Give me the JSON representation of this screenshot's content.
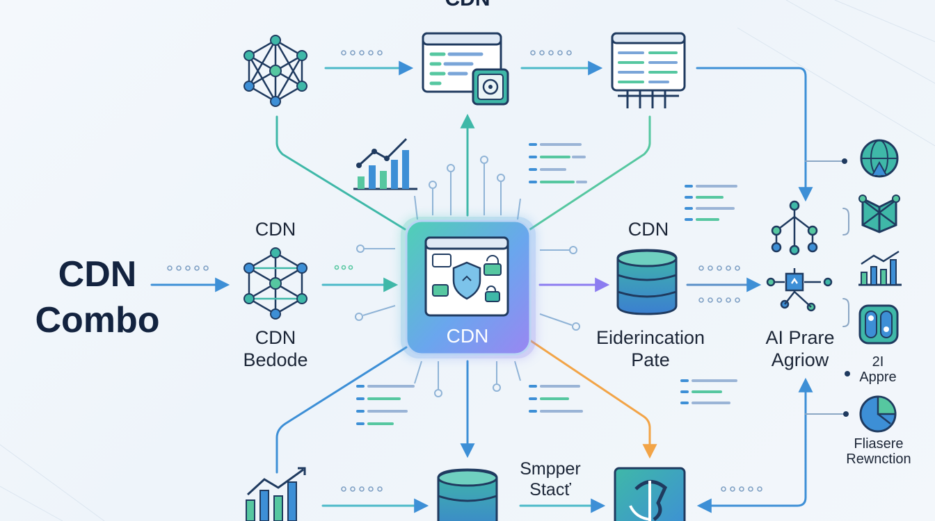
{
  "labels": {
    "top_title": "CDN",
    "main_title_line1": "CDN",
    "main_title_line2": "Combo",
    "left_node_top": "CDN",
    "left_node_bottom_line1": "CDN",
    "left_node_bottom_line2": "Bedode",
    "hub_label": "CDN",
    "right_node_top": "CDN",
    "right_node_bottom_line1": "Eiderincation",
    "right_node_bottom_line2": "Pate",
    "ai_line1": "AI Prare",
    "ai_line2": "Agriow",
    "side_small_line1": "2I",
    "side_small_line2": "Appre",
    "side_bottom_line1": "Fliasere",
    "side_bottom_line2": "Rewnction",
    "bottom_stack_line1": "Smpper",
    "bottom_stack_line2": "Stacť"
  },
  "colors": {
    "teal": "#3fb8a8",
    "blue": "#3d8fd6",
    "navy": "#1f3a5f",
    "purple": "#8c7cf0",
    "orange": "#f2a447",
    "green": "#56c7a0"
  },
  "icons": [
    "network-icon",
    "browser-window-icon",
    "safe-icon",
    "server-grid-icon",
    "bar-chart-icon",
    "database-icon",
    "globe-icon",
    "book-icon",
    "gauge-icon",
    "pie-chart-icon",
    "shield-lock-icon",
    "ai-tree-icon",
    "loop-icon"
  ]
}
